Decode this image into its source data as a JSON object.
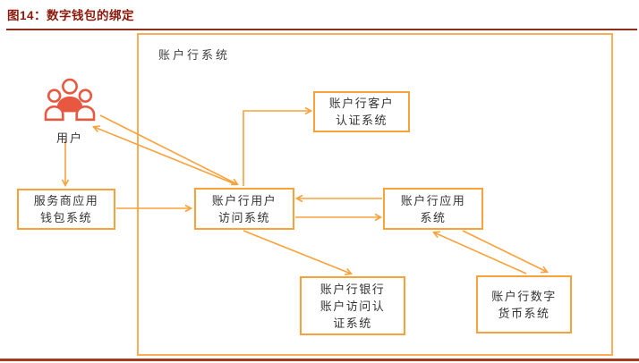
{
  "figure": {
    "title": "图14：数字钱包的绑定"
  },
  "diagram": {
    "container_label": "账户行系统",
    "nodes": {
      "user": {
        "label": "用户"
      },
      "wallet": {
        "lines": [
          "服务商应用",
          "钱包系统"
        ]
      },
      "verify": {
        "lines": [
          "账户行客户",
          "认证系统"
        ]
      },
      "access": {
        "lines": [
          "账户行用户",
          "访问系统"
        ]
      },
      "app": {
        "lines": [
          "账户行应用",
          "系统"
        ]
      },
      "bankauth": {
        "lines": [
          "账户行银行",
          "账户访问认",
          "证系统"
        ]
      },
      "dcep": {
        "lines": [
          "账户行数字",
          "货币系统"
        ]
      }
    },
    "edges": [
      {
        "from": "user",
        "to": "wallet"
      },
      {
        "from": "wallet",
        "to": "access"
      },
      {
        "from": "access",
        "to": "user"
      },
      {
        "from": "user",
        "to": "access"
      },
      {
        "from": "access",
        "to": "verify"
      },
      {
        "from": "app",
        "to": "access"
      },
      {
        "from": "access",
        "to": "app"
      },
      {
        "from": "access",
        "to": "bankauth"
      },
      {
        "from": "app",
        "to": "dcep"
      },
      {
        "from": "dcep",
        "to": "app"
      }
    ]
  },
  "colors": {
    "accent_orange": "#F9A23B",
    "container_border": "#FBAE55",
    "user_icon": "#E8573F",
    "title_red": "#8C1A0C",
    "title_rule": "#8A2F1A",
    "bottom_rule": "#A83A1F",
    "node_text": "#343434"
  }
}
